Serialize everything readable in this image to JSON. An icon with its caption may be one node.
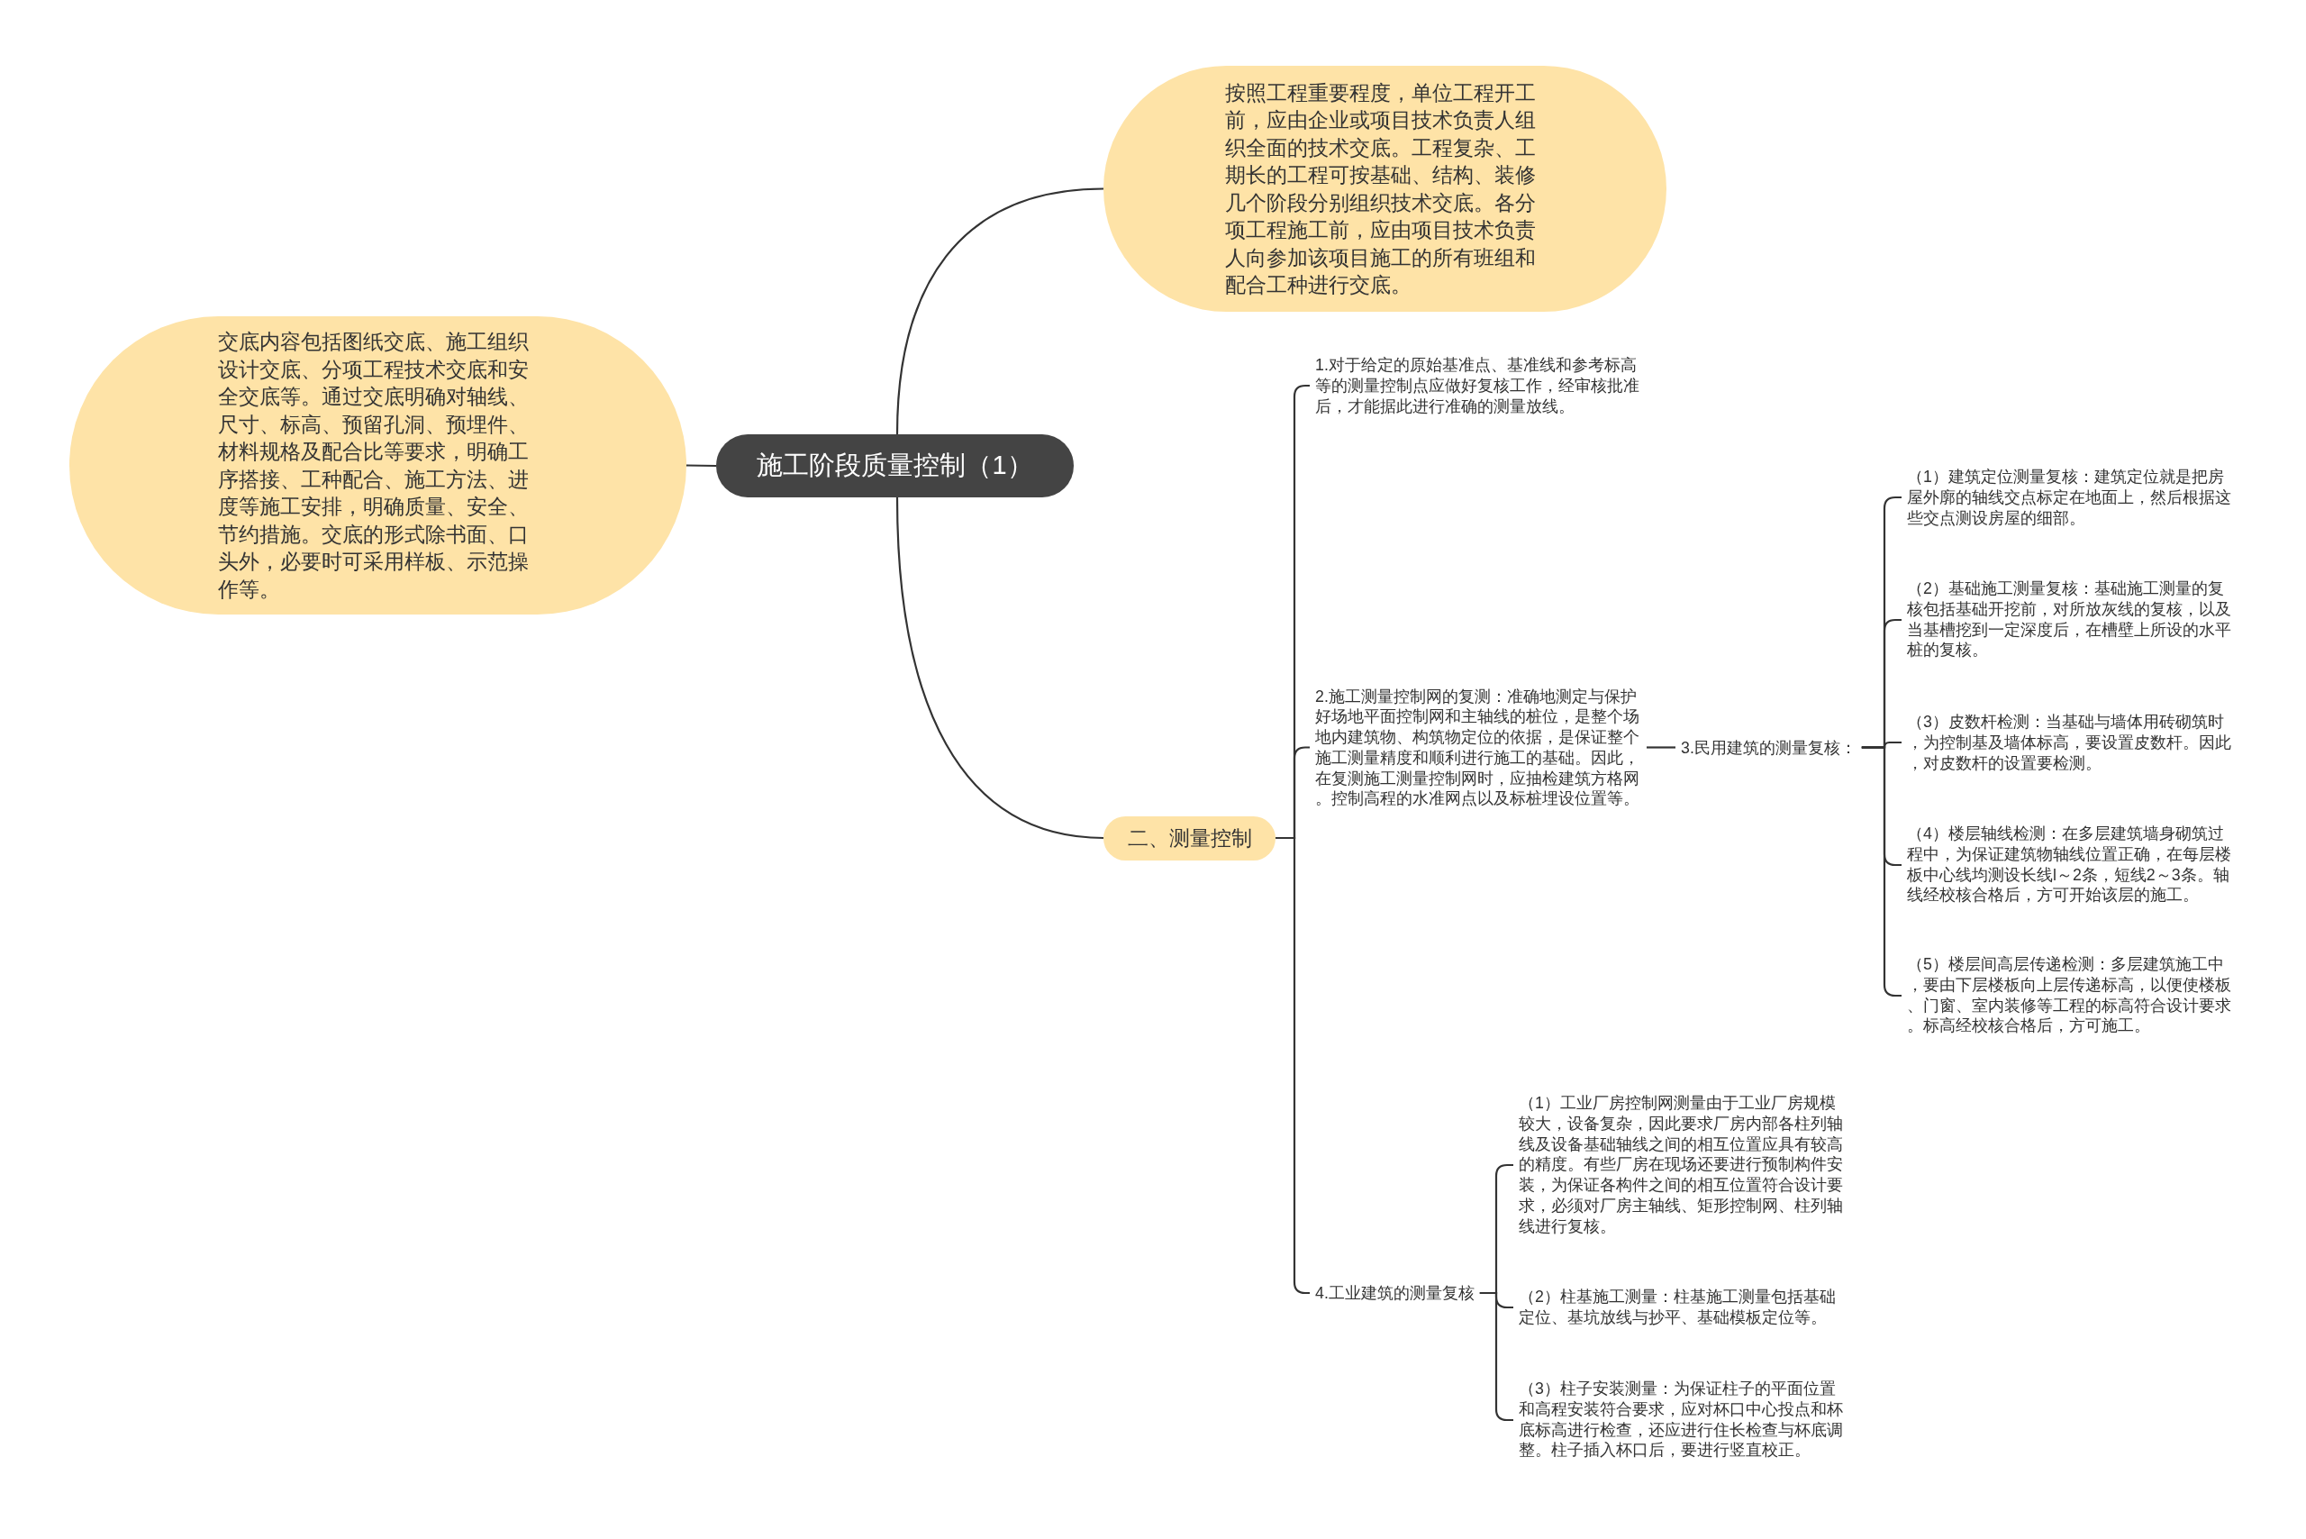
{
  "diagram": {
    "nodes": [
      {
        "text": [
          "施工阶段质量控制（1）"
        ]
      },
      {
        "text": [
          "交底内容包括图纸交底、施工组织设计交底、分项工程技术交底和安全交底等。通过交底明确对轴线、尺寸、标高、预留孔洞、预埋件、材料规格及配合比等要求，明确工序搭接、工种配合、施工方法、进度等施工安排，明确质量、安全、节约措施。交底的形式除书面、口头外，必要时可采用样板、示范操作等。"
        ]
      },
      {
        "text": [
          "按照工程重要程度，单位工程开工前，应由企业或项目技术负责人组织全面的技术交底。工程复杂、工期长的工程可按基础、结构、装修几个阶段分别组织技术交底。各分项工程施工前，应由项目技术负责人向参加该项目施工的所有班组和配合工种进行交底。"
        ]
      },
      {
        "text": [
          "二、测量控制"
        ]
      },
      {
        "text": [
          "1.对于给定的原始基准点、基准线和参考标高等的测量控制点应做好复核工作，经审核批准后，才能据此进行准确的测量放线。"
        ]
      },
      {
        "text": [
          "2.施工测量控制网的复测：准确地测定与保护好场地平面控制网和主轴线的桩位，是整个场地内建筑物、构筑物定位的依据，是保证整个施工测量精度和顺利进行施工的基础。因此，在复测施工测量控制网时，应抽检建筑方格网。控制高程的水准网点以及标桩埋设位置等。"
        ]
      },
      {
        "text": [
          "3.民用建筑的测量复核："
        ]
      },
      {
        "text": [
          "（1）建筑定位测量复核：建筑定位就是把房屋外廓的轴线交点标定在地面上，然后根据这些交点测设房屋的细部。"
        ]
      },
      {
        "text": [
          "（2）基础施工测量复核：基础施工测量的复核包括基础开挖前，对所放灰线的复核，以及当基槽挖到一定深度后，在槽壁上所设的水平桩的复核。"
        ]
      },
      {
        "text": [
          "（3）皮数杆检测：当基础与墙体用砖砌筑时，为控制基及墙体标高，要设置皮数杆。因此，对皮数杆的设置要检测。"
        ]
      },
      {
        "text": [
          "（4）楼层轴线检测：在多层建筑墙身砌筑过程中，为保证建筑物轴线位置正确，在每层楼板中心线均测设长线l～2条，短线2～3条。轴线经校核合格后，方可开始该层的施工。"
        ]
      },
      {
        "text": [
          "（5）楼层间高层传递检测：多层建筑施工中，要由下层楼板向上层传递标高，以便使楼板、门窗、室内装修等工程的标高符合设计要求。标高经校核合格后，方可施工。"
        ]
      },
      {
        "text": [
          "4.工业建筑的测量复核"
        ]
      },
      {
        "text": [
          "（1）工业厂房控制网测量由于工业厂房规模较大，设备复杂，因此要求厂房内部各柱列轴线及设备基础轴线之间的相互位置应具有较高的精度。有些厂房在现场还要进行预制构件安装，为保证各构件之间的相互位置符合设计要求，必须对厂房主轴线、矩形控制网、柱列轴线进行复核。"
        ]
      },
      {
        "text": [
          "（2）柱基施工测量：柱基施工测量包括基础定位、基坑放线与抄平、基础模板定位等。"
        ]
      },
      {
        "text": [
          "（3）柱子安装测量：为保证柱子的平面位置和高程安装符合要求，应对杯口中心投点和杯底标高进行检查，还应进行住长检查与杯底调整。柱子插入杯口后，要进行竖直校正。"
        ]
      }
    ],
    "edges": [
      {
        "from": 0,
        "to": 1,
        "arrow": "none"
      },
      {
        "from": 0,
        "to": 2,
        "arrow": "none"
      },
      {
        "from": 0,
        "to": 3,
        "arrow": "none"
      },
      {
        "from": 3,
        "to": 4,
        "arrow": "none"
      },
      {
        "from": 3,
        "to": 5,
        "arrow": "none"
      },
      {
        "from": 3,
        "to": 12,
        "arrow": "none"
      },
      {
        "from": 5,
        "to": 6,
        "arrow": "none"
      },
      {
        "from": 6,
        "to": 7,
        "arrow": "none"
      },
      {
        "from": 6,
        "to": 8,
        "arrow": "none"
      },
      {
        "from": 6,
        "to": 9,
        "arrow": "none"
      },
      {
        "from": 6,
        "to": 10,
        "arrow": "none"
      },
      {
        "from": 6,
        "to": 11,
        "arrow": "none"
      },
      {
        "from": 12,
        "to": 13,
        "arrow": "none"
      },
      {
        "from": 12,
        "to": 14,
        "arrow": "none"
      },
      {
        "from": 12,
        "to": 15,
        "arrow": "none"
      }
    ]
  }
}
